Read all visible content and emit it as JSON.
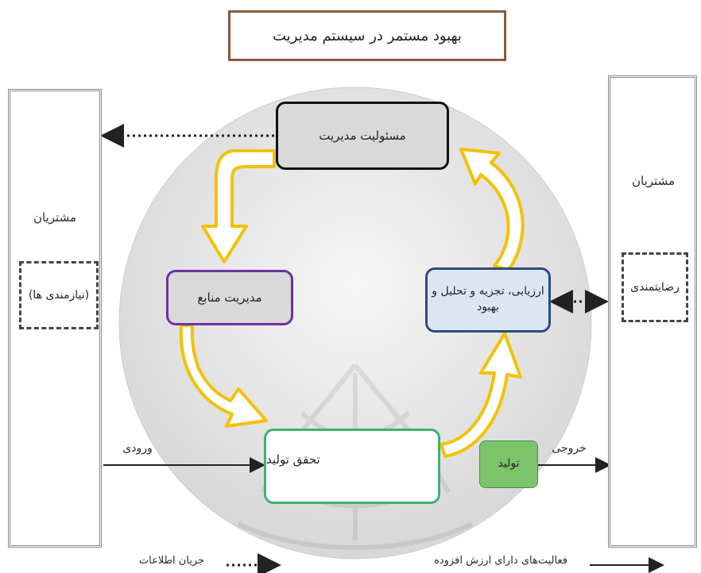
{
  "title": "بهبود مستمر در سیستم مدیریت",
  "left_panel": {
    "label": "مشتریان",
    "inner_box": "(نیازمندی ها)"
  },
  "right_panel": {
    "label": "مشتریان",
    "inner_box": "رضایتمندی"
  },
  "processes": {
    "management_responsibility": "مسئولیت مدیریت",
    "resource_management": "مدیریت منابع",
    "measurement_analysis": "ارزیابی، تجزیه و تحلیل و بهبود",
    "product_realization": "تحقق تولید",
    "product": "تولید"
  },
  "flow_labels": {
    "input": "ورودی",
    "output": "خروجی"
  },
  "legend": {
    "information_flow": "جریان اطلاعات",
    "value_adding": "فعالیت‌های دارای ارزش افزوده"
  },
  "colors": {
    "title_border": "#8b5a3c",
    "circle_fill": "#e6e6e6",
    "box_fill": "#d9d9d9",
    "resource_border": "#7030a0",
    "measure_fill": "#dce6f2",
    "measure_border": "#2f4b7c",
    "realization_border": "#3cb371",
    "product_fill": "#7cc46a",
    "arrow_fill": "#ffffff",
    "arrow_stroke": "#f2c200"
  }
}
